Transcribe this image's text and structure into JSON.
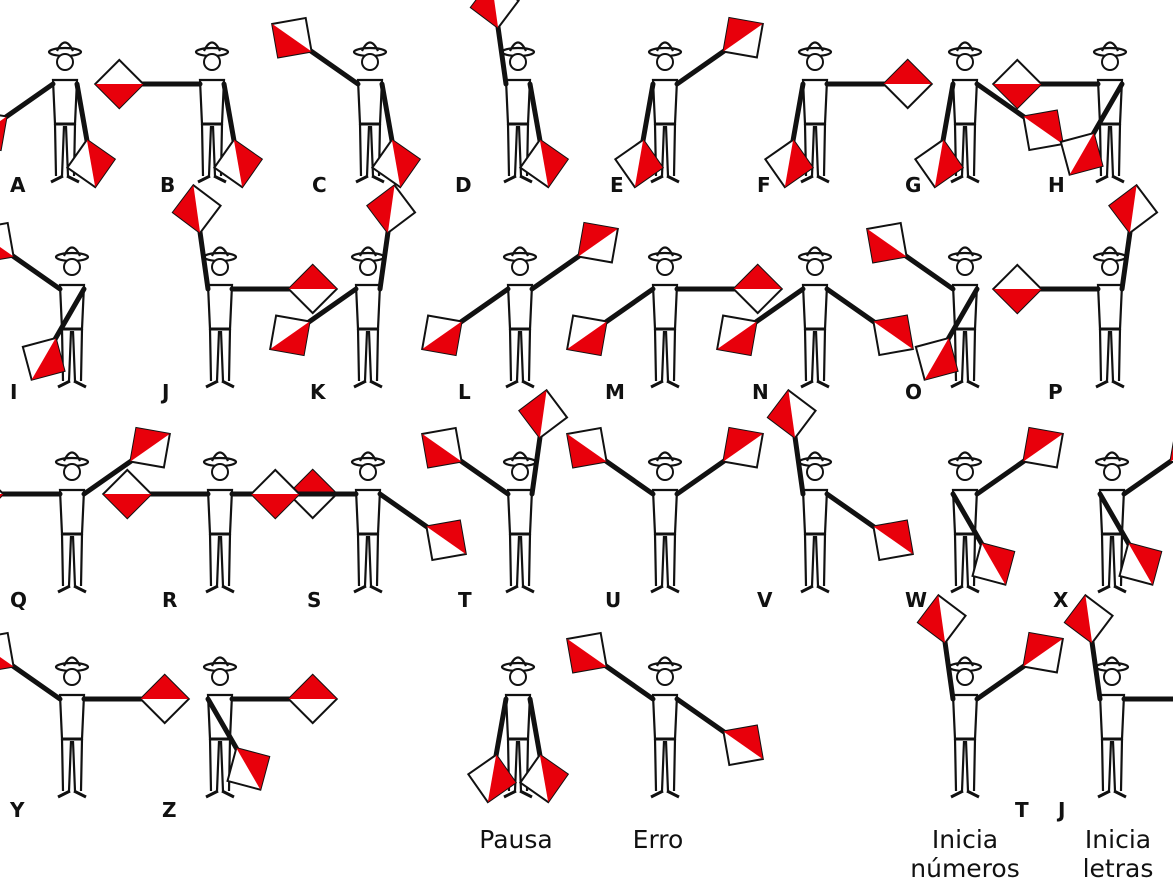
{
  "signals": [
    {
      "id": "A",
      "label": "A",
      "left": "low",
      "right": "down"
    },
    {
      "id": "B",
      "label": "B",
      "left": "side",
      "right": "down"
    },
    {
      "id": "C",
      "label": "C",
      "left": "up",
      "right": "down"
    },
    {
      "id": "D",
      "label": "D",
      "left": "vertical",
      "right": "down"
    },
    {
      "id": "E",
      "label": "E",
      "left": "down",
      "right": "up"
    },
    {
      "id": "F",
      "label": "F",
      "left": "down",
      "right": "side"
    },
    {
      "id": "G",
      "label": "G",
      "left": "down",
      "right": "low"
    },
    {
      "id": "H",
      "label": "H",
      "left": "side",
      "right": "across"
    },
    {
      "id": "I",
      "label": "I",
      "left": "up",
      "right": "across"
    },
    {
      "id": "J",
      "label": "J",
      "left": "vertical",
      "right": "side"
    },
    {
      "id": "K",
      "label": "K",
      "left": "low",
      "right": "vertical"
    },
    {
      "id": "L",
      "label": "L",
      "left": "low",
      "right": "up"
    },
    {
      "id": "M",
      "label": "M",
      "left": "low",
      "right": "side"
    },
    {
      "id": "N",
      "label": "N",
      "left": "low",
      "right": "low"
    },
    {
      "id": "O",
      "label": "O",
      "left": "up",
      "right": "across"
    },
    {
      "id": "P",
      "label": "P",
      "left": "side",
      "right": "vertical"
    },
    {
      "id": "Q",
      "label": "Q",
      "left": "side",
      "right": "up"
    },
    {
      "id": "R",
      "label": "R",
      "left": "side",
      "right": "side"
    },
    {
      "id": "S",
      "label": "S",
      "left": "side",
      "right": "low"
    },
    {
      "id": "T",
      "label": "T",
      "left": "up",
      "right": "vertical"
    },
    {
      "id": "U",
      "label": "U",
      "left": "up",
      "right": "up"
    },
    {
      "id": "V",
      "label": "V",
      "left": "vertical",
      "right": "low"
    },
    {
      "id": "W",
      "label": "W",
      "left": "across",
      "right": "up"
    },
    {
      "id": "X",
      "label": "X",
      "left": "across",
      "right": "up"
    },
    {
      "id": "Y",
      "label": "Y",
      "left": "up",
      "right": "side"
    },
    {
      "id": "Z",
      "label": "Z",
      "left": "across",
      "right": "side"
    },
    {
      "id": "pausa",
      "label": "",
      "caption": "Pausa",
      "left": "down",
      "right": "down"
    },
    {
      "id": "erro",
      "label": "",
      "caption": "Erro",
      "left": "up",
      "right": "low"
    },
    {
      "id": "inicia-numeros",
      "label": "T",
      "caption": "Inicia\nnúmeros",
      "left": "vertical",
      "right": "up"
    },
    {
      "id": "inicia-letras",
      "label": "J",
      "caption": "Inicia\nletras",
      "left": "vertical",
      "right": "side"
    }
  ],
  "colors": {
    "flag_red": "#e8000b",
    "ink": "#111111",
    "background": "#ffffff"
  }
}
